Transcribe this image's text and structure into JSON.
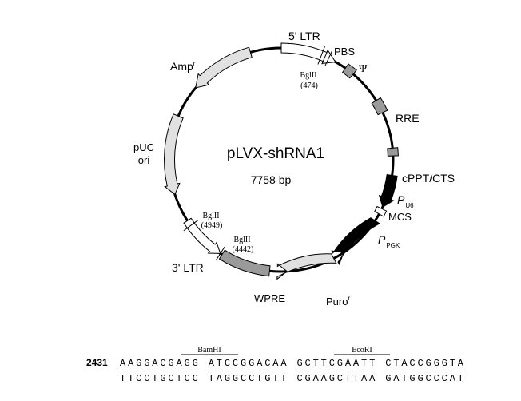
{
  "plasmid": {
    "name": "pLVX-shRNA1",
    "size": "7758 bp"
  },
  "features": {
    "ltr5": "5' LTR",
    "pbs": "PBS",
    "psi": "Ψ",
    "rre": "RRE",
    "cppt": "cPPT/CTS",
    "pu6_main": "P",
    "pu6_sub": "U6",
    "mcs": "MCS",
    "ppgk_main": "P",
    "ppgk_sub": "PGK",
    "puro_main": "Puro",
    "puro_sup": "r",
    "wpre": "WPRE",
    "ltr3": "3' LTR",
    "puc_line1": "pUC",
    "puc_line2": "ori",
    "amp_main": "Amp",
    "amp_sup": "r"
  },
  "sites": {
    "bglii_top_name": "BglII",
    "bglii_top_pos": "(474)",
    "bglii_mid_name": "BglII",
    "bglii_mid_pos": "(4949)",
    "bglii_low_name": "BglII",
    "bglii_low_pos": "(4442)"
  },
  "sequence": {
    "position": "2431",
    "bamhi": "BamHI",
    "ecori": "EcoRI",
    "top_strand": "AAGGACGAGG ATCCGGACAA GCTTCGAATT CTACCGGGTA",
    "bottom_strand": "TTCCTGCTCC TAGGCCTGTT CGAAGCTTAA GATGGCCCAT"
  }
}
